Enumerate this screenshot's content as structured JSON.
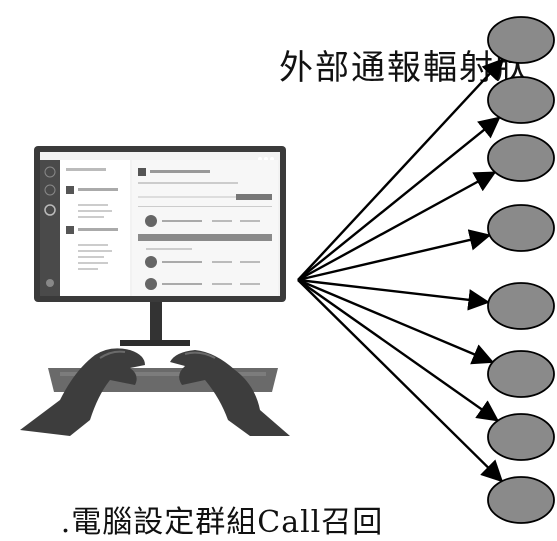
{
  "title": "外部通報輻射狀",
  "caption": ".電腦設定群組Call召回",
  "nodes": [
    {
      "id": "recipient-1"
    },
    {
      "id": "recipient-2"
    },
    {
      "id": "recipient-3"
    },
    {
      "id": "recipient-4"
    },
    {
      "id": "recipient-5"
    },
    {
      "id": "recipient-6"
    },
    {
      "id": "recipient-7"
    },
    {
      "id": "recipient-8"
    }
  ],
  "colors": {
    "node_fill": "#8a8a8a",
    "node_stroke": "#000000",
    "arrow": "#000000",
    "monitor_bezel": "#3a3a3a",
    "screen": "#f2f2f2",
    "keyboard": "#6a6a6a",
    "hands": "#3d3d3d"
  },
  "icons": [
    "computer-monitor-icon",
    "typing-hands-icon",
    "keyboard-icon",
    "sidebar-icon"
  ]
}
